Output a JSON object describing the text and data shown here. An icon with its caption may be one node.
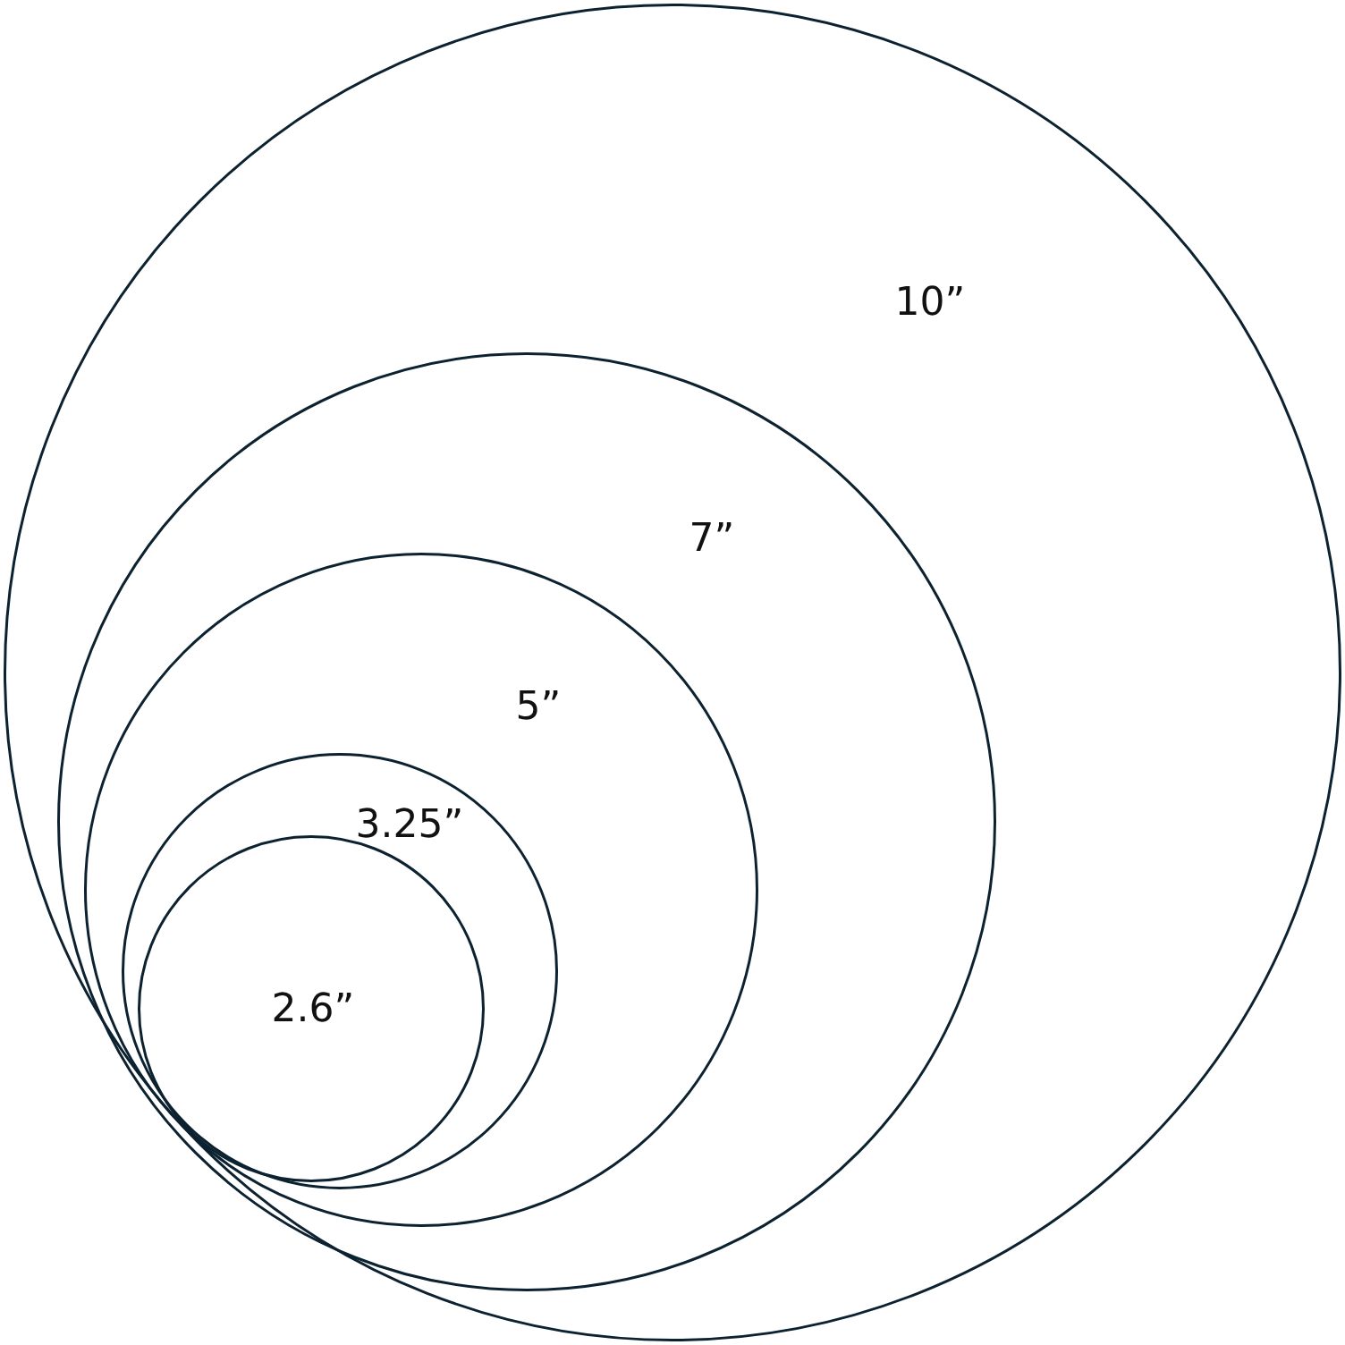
{
  "diagram": {
    "nodes": [
      {
        "text": [
          "10”"
        ]
      },
      {
        "text": [
          "7”"
        ],
        "in": 0
      },
      {
        "text": [
          "5”"
        ],
        "in": 1
      },
      {
        "text": [
          "3.25”"
        ],
        "in": 2
      },
      {
        "text": [
          "2.6”"
        ],
        "in": 3
      }
    ]
  }
}
